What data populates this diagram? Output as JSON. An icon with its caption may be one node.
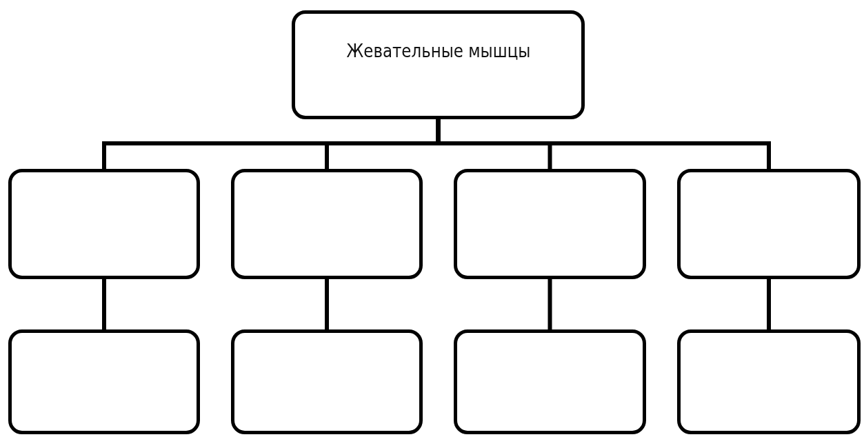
{
  "diagram": {
    "nodes": [
      {
        "text": [
          "Жевательные мышцы"
        ]
      },
      {
        "text": [],
        "shape": "box"
      },
      {
        "text": [],
        "shape": "box"
      },
      {
        "text": [],
        "shape": "box"
      },
      {
        "text": [],
        "shape": "box"
      },
      {
        "text": [],
        "shape": "box"
      },
      {
        "text": [],
        "shape": "box"
      },
      {
        "text": [],
        "shape": "box"
      },
      {
        "text": [],
        "shape": "box"
      }
    ],
    "edges": [
      {
        "from": 0,
        "to": 1,
        "arrow": "none"
      },
      {
        "from": 0,
        "to": 2,
        "arrow": "none"
      },
      {
        "from": 0,
        "to": 3,
        "arrow": "none"
      },
      {
        "from": 0,
        "to": 4,
        "arrow": "none"
      },
      {
        "from": 1,
        "to": 5,
        "arrow": "none"
      },
      {
        "from": 2,
        "to": 6,
        "arrow": "none"
      },
      {
        "from": 3,
        "to": 7,
        "arrow": "none"
      },
      {
        "from": 4,
        "to": 8,
        "arrow": "none"
      }
    ]
  }
}
